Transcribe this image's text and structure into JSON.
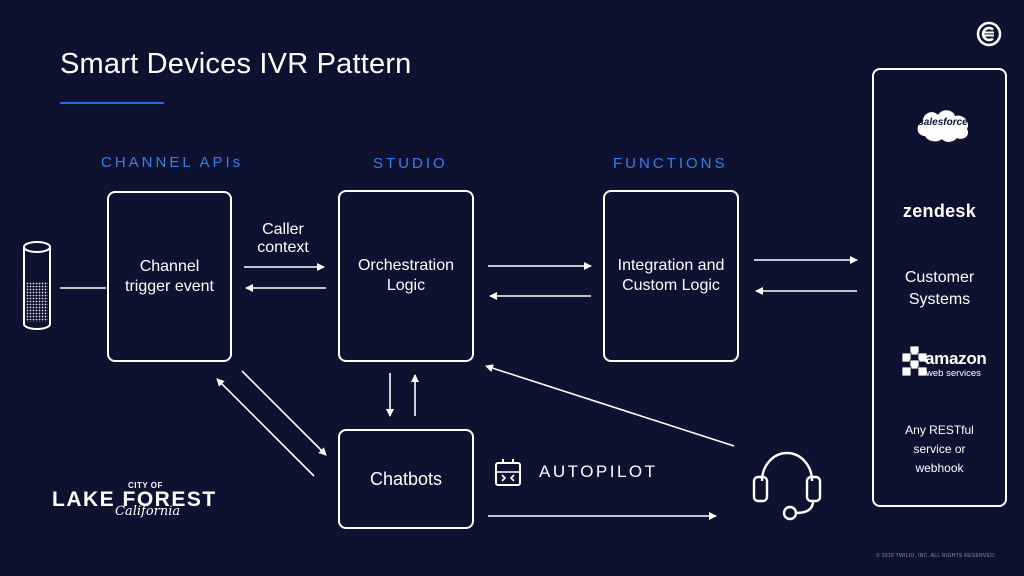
{
  "title": "Smart Devices IVR Pattern",
  "sections": {
    "channel_apis": "CHANNEL APIs",
    "studio": "STUDIO",
    "functions": "FUNCTIONS",
    "autopilot": "AUTOPILOT"
  },
  "boxes": {
    "channel": "Channel\ntrigger event",
    "orchestration": "Orchestration\nLogic",
    "integration": "Integration and\nCustom Logic",
    "chatbots": "Chatbots"
  },
  "caller_context": "Caller\ncontext",
  "customer_systems": {
    "label": "Customer\nSystems",
    "salesforce": "salesforce",
    "zendesk": "zendesk",
    "amazon": "amazon",
    "amazon_sub": "web services",
    "restful": "Any RESTful\nservice or\nwebhook"
  },
  "logo": {
    "city_of": "CITY OF",
    "lake_forest": "LAKE FOREST",
    "california": "California"
  },
  "copyright": "© 2019 TWILIO, INC. ALL RIGHTS RESERVED.",
  "colors": {
    "background": "#0d1230",
    "accent": "#3d7de8",
    "line": "#ffffff"
  }
}
